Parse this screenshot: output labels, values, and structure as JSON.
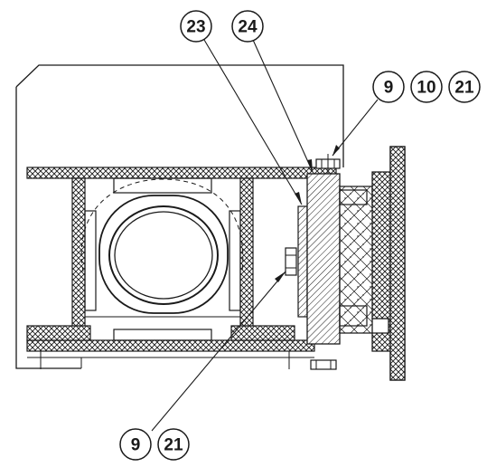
{
  "callouts": {
    "c23": "23",
    "c24": "24",
    "c9_top": "9",
    "c10": "10",
    "c21_top": "21",
    "c9_bottom": "9",
    "c21_bottom": "21"
  },
  "colors": {
    "line": "#1a1a1a",
    "background": "#ffffff"
  }
}
